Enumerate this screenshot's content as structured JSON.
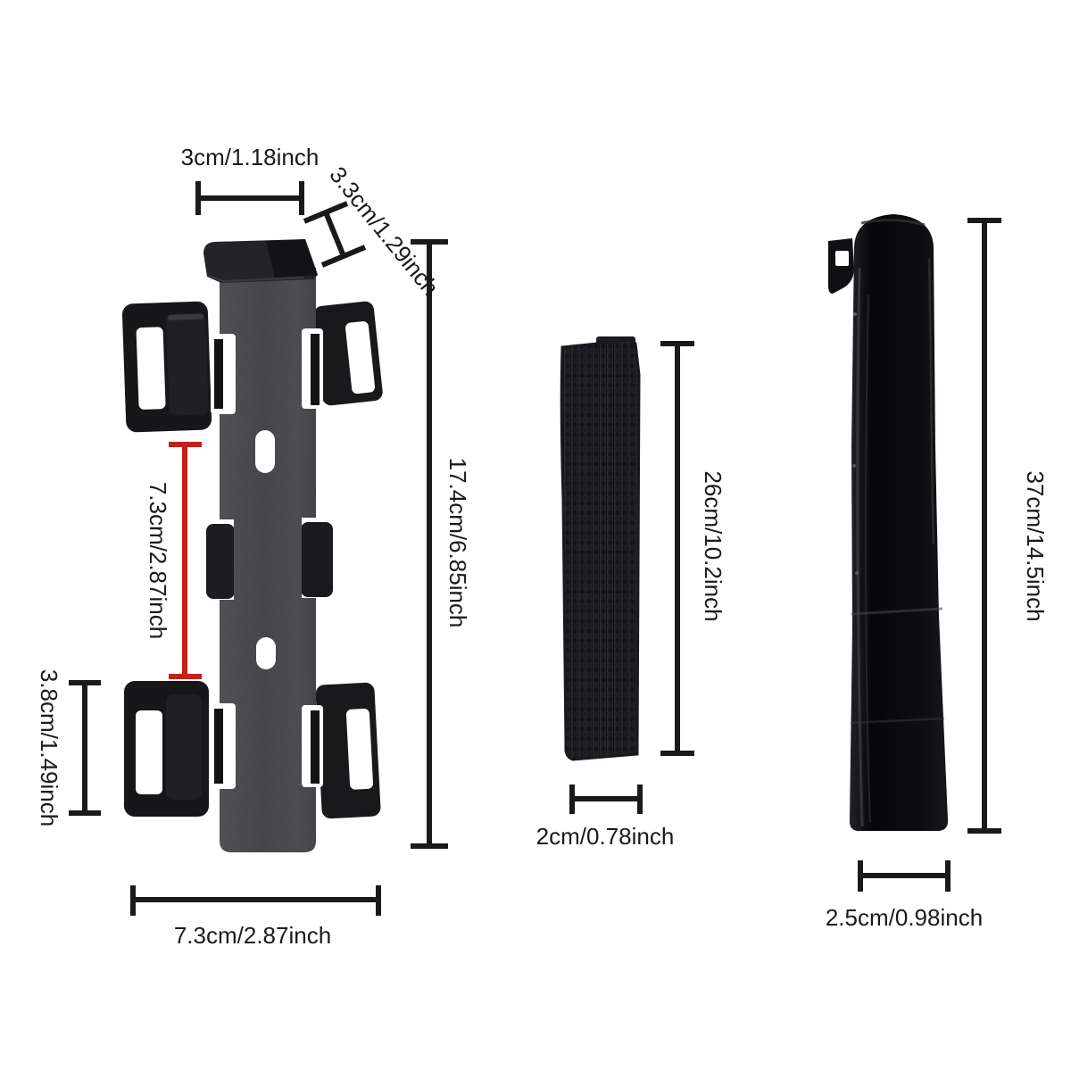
{
  "title": "product dimension diagram",
  "bracket": {
    "top_width": "3cm/1.18inch",
    "hook_depth": "3.3cm/1.29inch",
    "height": "17.4cm/6.85inch",
    "inner_span": "7.3cm/2.87inch",
    "wing_height": "3.8cm/1.49inch",
    "base_width": "7.3cm/2.87inch"
  },
  "elastic_strap": {
    "length": "26cm/10.2inch",
    "width": "2cm/0.78inch"
  },
  "velcro_strap": {
    "length": "37cm/14.5inch",
    "width": "2.5cm/0.98inch"
  },
  "colors": {
    "dimension_line": "#1a1a1a",
    "highlight_dimension_line": "#c42018",
    "background": "#ffffff"
  }
}
